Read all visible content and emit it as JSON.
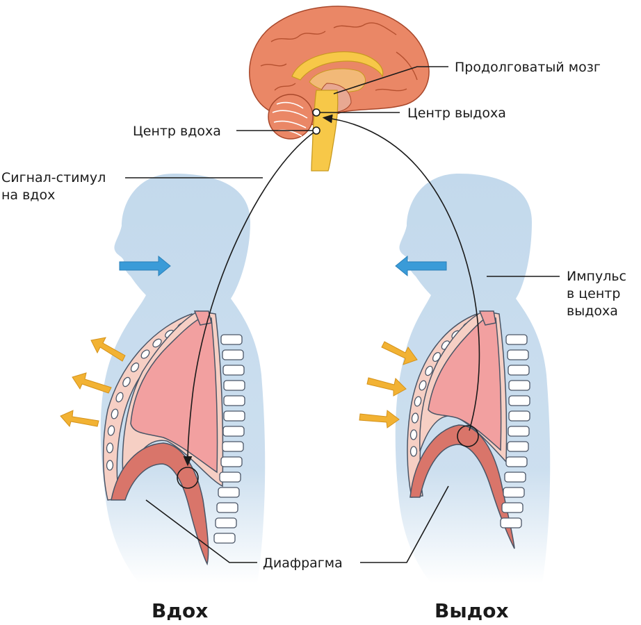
{
  "labels": {
    "medulla": "Продолговатый мозг",
    "exhale_center": "Центр выдоха",
    "inhale_center": "Центр вдоха",
    "signal_line1": "Сигнал-стимул",
    "signal_line2": "на вдох",
    "impulse_line1": "Импульс",
    "impulse_line2": "в центр",
    "impulse_line3": "выдоха",
    "diaphragm": "Диафрагма"
  },
  "captions": {
    "inhale": "Вдох",
    "exhale": "Выдох"
  },
  "colors": {
    "body": "#c3d9ec",
    "lung": "#f2a0a0",
    "pleura": "#f6cfc4",
    "muscle": "#d9756a",
    "spine": "#ffffff",
    "air_arrow": "#3a9bd8",
    "rib_arrow": "#f2b233",
    "brain": "#ea8766",
    "brainstem": "#f7c848",
    "leader": "#1a1a1a"
  }
}
